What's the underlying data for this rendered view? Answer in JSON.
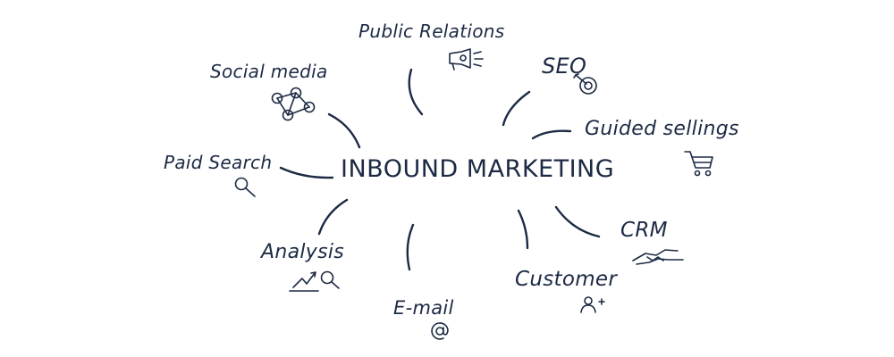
{
  "diagram": {
    "hub": "INBOUND MARKETING",
    "nodes": {
      "public_relations": "Public Relations",
      "social_media": "Social media",
      "seo": "SEO",
      "guided_sellings": "Guided sellings",
      "paid_search": "Paid Search",
      "analysis": "Analysis",
      "email": "E-mail",
      "customer": "Customer",
      "crm": "CRM"
    },
    "icons": {
      "public_relations": "megaphone-icon",
      "social_media": "network-people-icon",
      "seo": "target-icon",
      "guided_sellings": "shopping-cart-icon",
      "paid_search": "magnifier-icon",
      "analysis": "trend-magnifier-icon",
      "email": "at-sign-icon",
      "customer": "add-user-icon",
      "crm": "handshake-icon"
    },
    "ink_color": "#1c2a44"
  }
}
